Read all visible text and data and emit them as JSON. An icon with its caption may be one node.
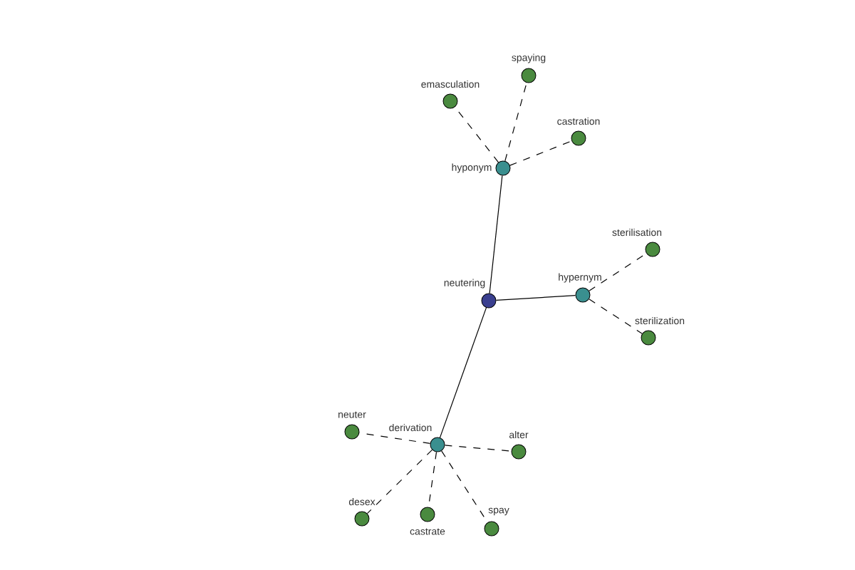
{
  "diagram": {
    "nodes": [
      {
        "text": [
          "neutering"
        ]
      },
      {
        "text": [
          "hyponym"
        ]
      },
      {
        "text": [
          "emasculation"
        ]
      },
      {
        "text": [
          "spaying"
        ]
      },
      {
        "text": [
          "castration"
        ]
      },
      {
        "text": [
          "hypernym"
        ]
      },
      {
        "text": [
          "sterilisation"
        ]
      },
      {
        "text": [
          "sterilization"
        ]
      },
      {
        "text": [
          "derivation"
        ]
      },
      {
        "text": [
          "neuter"
        ]
      },
      {
        "text": [
          "alter"
        ]
      },
      {
        "text": [
          "desex"
        ]
      },
      {
        "text": [
          "castrate"
        ]
      },
      {
        "text": [
          "spay"
        ]
      }
    ],
    "edges": [
      {
        "from": 0,
        "to": 1,
        "arrow": "none"
      },
      {
        "from": 1,
        "to": 2,
        "arrow": "none",
        "style": "dashed"
      },
      {
        "from": 1,
        "to": 3,
        "arrow": "none",
        "style": "dashed"
      },
      {
        "from": 1,
        "to": 4,
        "arrow": "none",
        "style": "dashed"
      },
      {
        "from": 0,
        "to": 5,
        "arrow": "none"
      },
      {
        "from": 5,
        "to": 6,
        "arrow": "none",
        "style": "dashed"
      },
      {
        "from": 5,
        "to": 7,
        "arrow": "none",
        "style": "dashed"
      },
      {
        "from": 0,
        "to": 8,
        "arrow": "none"
      },
      {
        "from": 8,
        "to": 9,
        "arrow": "none",
        "style": "dashed"
      },
      {
        "from": 8,
        "to": 10,
        "arrow": "none",
        "style": "dashed"
      },
      {
        "from": 8,
        "to": 11,
        "arrow": "none",
        "style": "dashed"
      },
      {
        "from": 8,
        "to": 12,
        "arrow": "none",
        "style": "dashed"
      },
      {
        "from": 8,
        "to": 13,
        "arrow": "none",
        "style": "dashed"
      }
    ]
  }
}
